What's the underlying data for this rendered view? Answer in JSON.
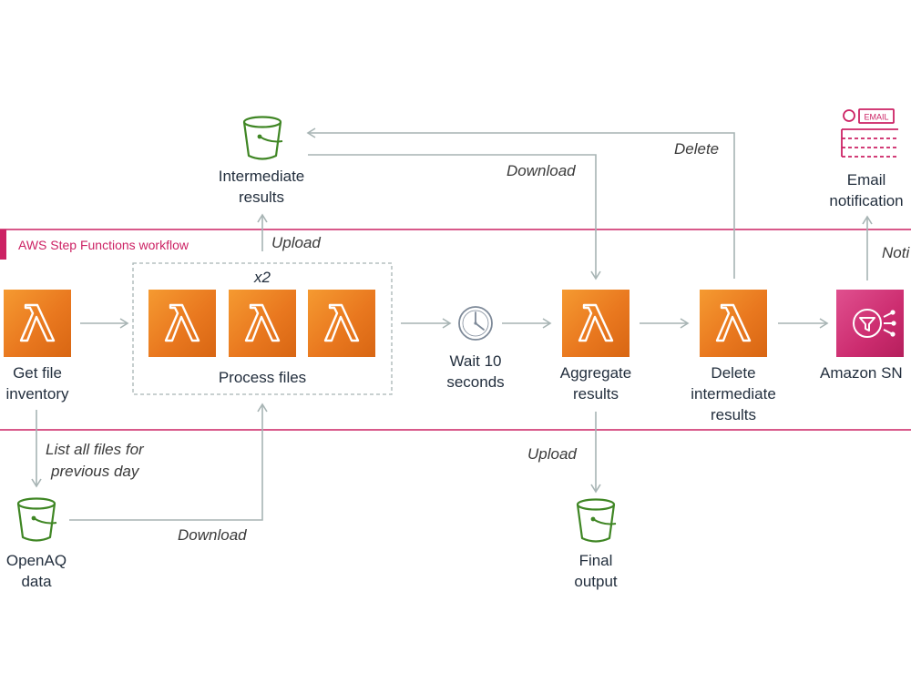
{
  "workflow": {
    "frame_label": "AWS Step Functions workflow"
  },
  "nodes": {
    "get_file_inventory": {
      "line1": "Get file",
      "line2": "inventory"
    },
    "process_files": {
      "label": "Process files",
      "multiplier": "x2"
    },
    "wait": {
      "line1": "Wait 10",
      "line2": "seconds"
    },
    "aggregate": {
      "line1": "Aggregate",
      "line2": "results"
    },
    "delete_intermediate": {
      "line1": "Delete",
      "line2": "intermediate",
      "line3": "results"
    },
    "sns": {
      "label": "Amazon SN"
    },
    "intermediate_results": {
      "line1": "Intermediate",
      "line2": "results"
    },
    "email": {
      "line1": "Email",
      "line2": "notification",
      "badge": "EMAIL"
    },
    "openaq": {
      "line1": "OpenAQ",
      "line2": "data"
    },
    "final_output": {
      "line1": "Final",
      "line2": "output"
    }
  },
  "edges": {
    "upload_intermediate": "Upload",
    "download_aggregate": "Download",
    "delete": "Delete",
    "notify": "Noti",
    "list_files": {
      "line1": "List all files for",
      "line2": "previous day"
    },
    "download_openaq": "Download",
    "upload_final": "Upload"
  },
  "colors": {
    "lambda": "#e9781f",
    "sns": "#cc2c6f",
    "workflow_border": "#cc2264",
    "bucket": "#3f8624",
    "arrow": "#a7b4b4"
  },
  "icons": [
    "lambda-icon",
    "s3-bucket-icon",
    "clock-icon",
    "sns-icon",
    "email-icon"
  ]
}
